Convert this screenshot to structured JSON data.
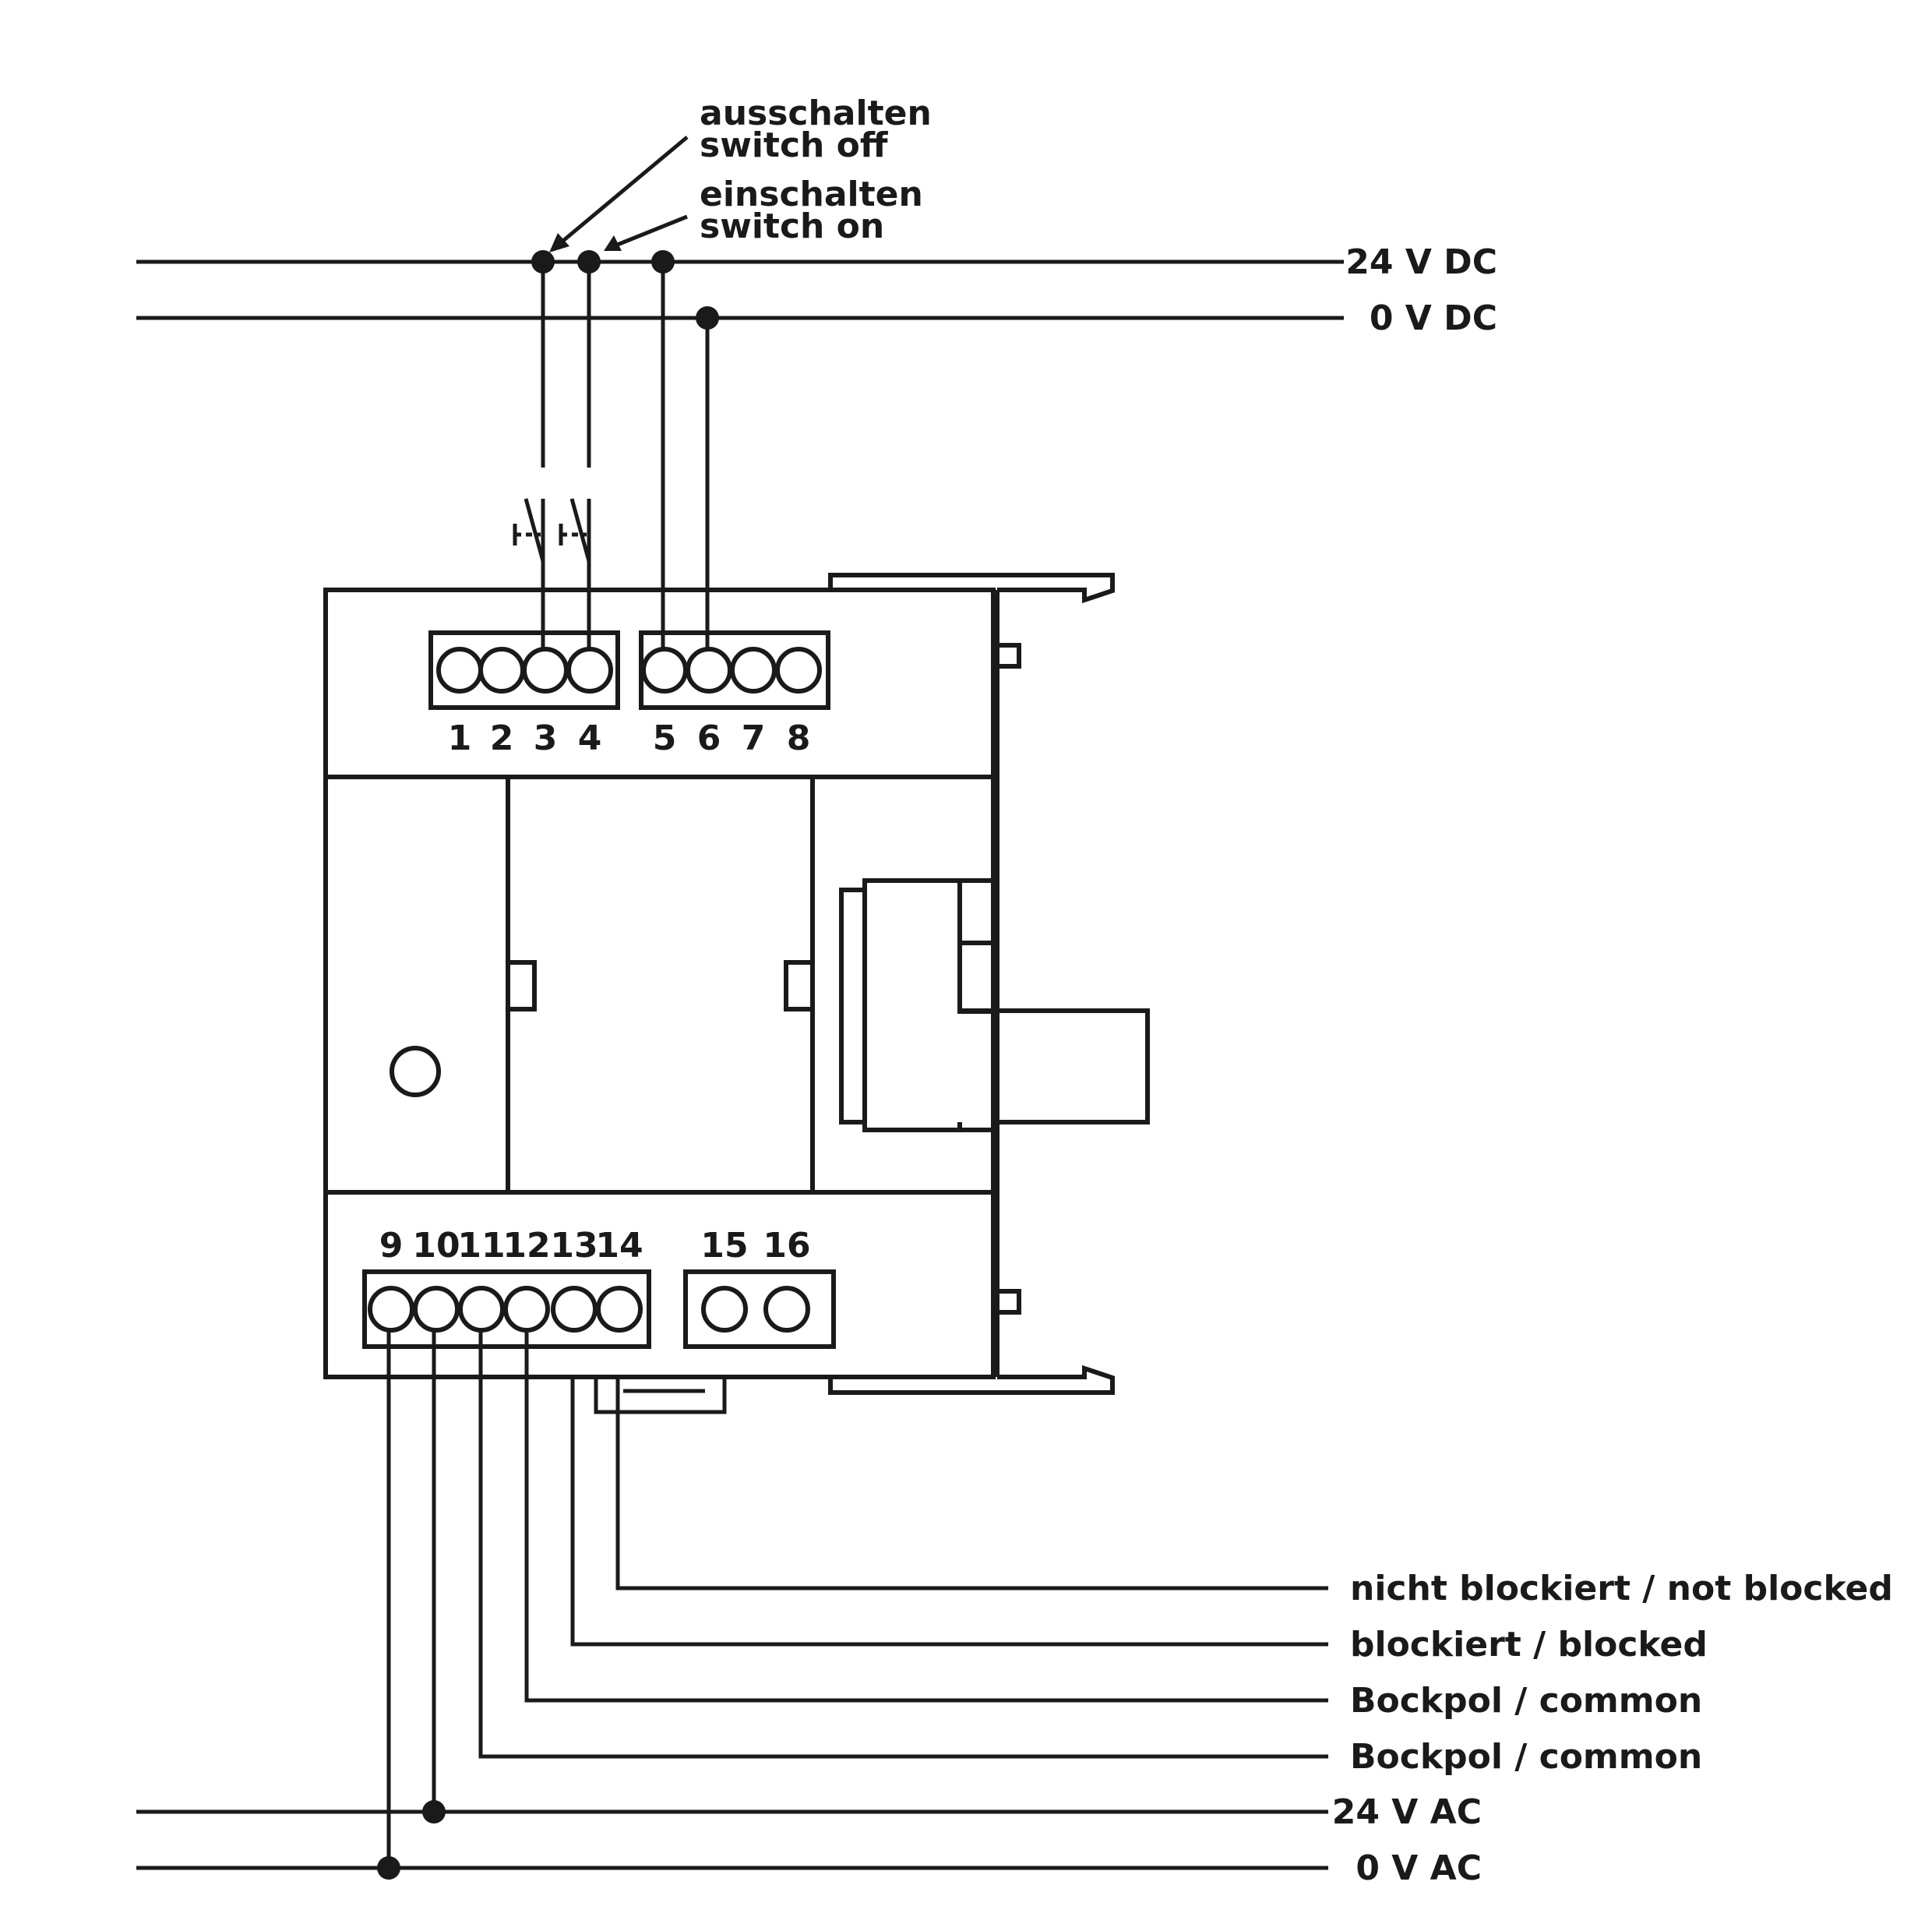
{
  "top_labels": {
    "switch_off_de": "ausschalten",
    "switch_off_en": "switch off",
    "switch_on_de": "einschalten",
    "switch_on_en": "switch on"
  },
  "rails": {
    "dc_plus": "24 V DC",
    "dc_zero": "0 V DC",
    "ac_plus": "24 V AC",
    "ac_zero": "0 V AC"
  },
  "outputs": {
    "not_blocked": "nicht blockiert / not blocked",
    "blocked": "blockiert / blocked",
    "common_1": "Bockpol / common",
    "common_2": "Bockpol / common"
  },
  "terminals_top": [
    "1",
    "2",
    "3",
    "4",
    "5",
    "6",
    "7",
    "8"
  ],
  "terminals_bottom": [
    "9",
    "10",
    "11",
    "12",
    "13",
    "14",
    "15",
    "16"
  ],
  "colors": {
    "ink": "#1a1a1a",
    "background": "#ffffff"
  }
}
